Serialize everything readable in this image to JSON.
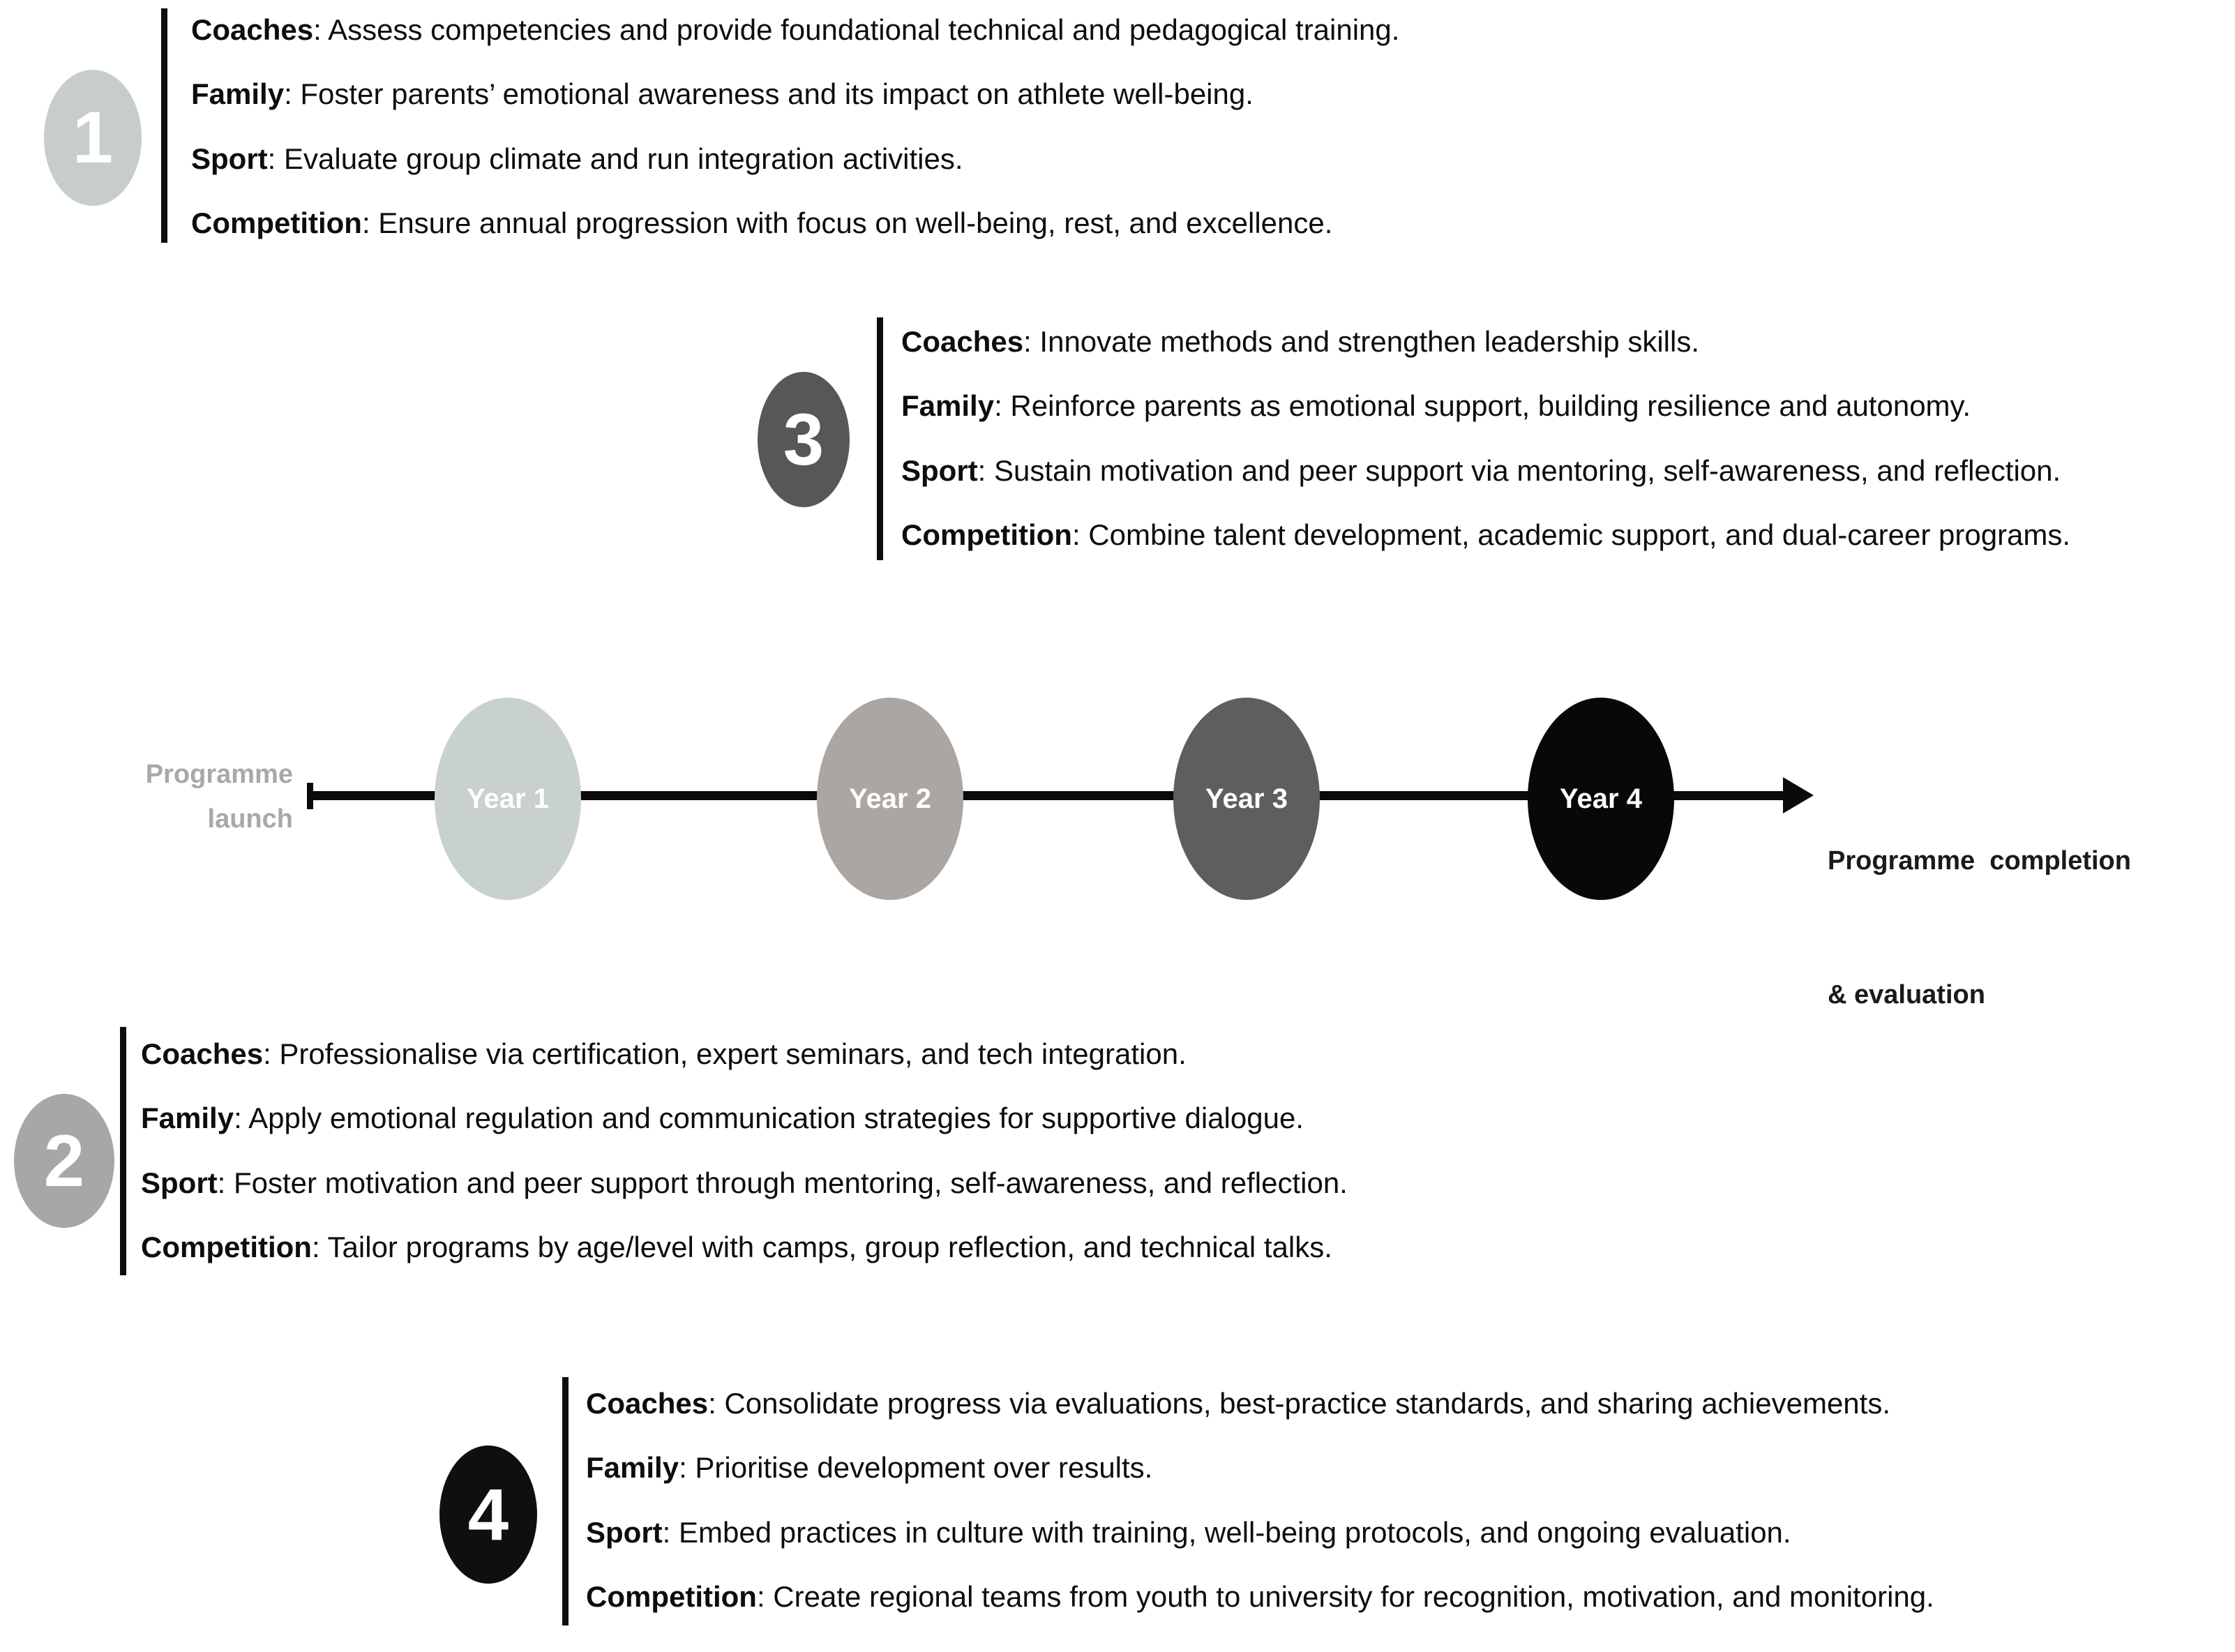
{
  "phases": [
    {
      "number": "1",
      "circle_color": "#c6cdcc",
      "items": [
        {
          "label": "Coaches",
          "desc": ": Assess competencies and provide foundational technical and pedagogical training."
        },
        {
          "label": "Family",
          "desc": ": Foster parents’ emotional awareness and its impact on athlete well-being."
        },
        {
          "label": "Sport",
          "desc": ": Evaluate group climate and run integration activities."
        },
        {
          "label": "Competition",
          "desc": ": Ensure annual progression with focus on well-being, rest, and excellence."
        }
      ]
    },
    {
      "number": "2",
      "circle_color": "#a7a7a7",
      "items": [
        {
          "label": "Coaches",
          "desc": ": Professionalise via certification, expert seminars, and tech integration."
        },
        {
          "label": "Family",
          "desc": ": Apply emotional regulation and communication strategies for supportive dialogue."
        },
        {
          "label": "Sport",
          "desc": ": Foster motivation and peer support through mentoring, self-awareness, and reflection."
        },
        {
          "label": "Competition",
          "desc": ": Tailor programs by age/level with camps, group reflection, and technical talks."
        }
      ]
    },
    {
      "number": "3",
      "circle_color": "#575757",
      "items": [
        {
          "label": "Coaches",
          "desc": ": Innovate methods and strengthen leadership skills."
        },
        {
          "label": "Family",
          "desc": ": Reinforce parents as emotional support, building resilience and autonomy."
        },
        {
          "label": "Sport",
          "desc": ": Sustain motivation and peer support via mentoring, self-awareness, and reflection."
        },
        {
          "label": "Competition",
          "desc": ": Combine talent development, academic support, and dual-career programs."
        }
      ]
    },
    {
      "number": "4",
      "circle_color": "#0f0f0f",
      "items": [
        {
          "label": "Coaches",
          "desc": ": Consolidate progress via evaluations, best-practice standards, and sharing achievements."
        },
        {
          "label": "Family",
          "desc": ": Prioritise development over results."
        },
        {
          "label": "Sport",
          "desc": ": Embed practices in culture with training, well-being protocols, and ongoing evaluation."
        },
        {
          "label": "Competition",
          "desc": ": Create regional teams from youth to university for recognition, motivation, and monitoring."
        }
      ]
    }
  ],
  "timeline": {
    "line_color": "#0a0a0a",
    "start_label": {
      "line1": "Programme",
      "line2": "launch",
      "color": "#a8a8a8"
    },
    "end_label": {
      "line1": "Programme  completion",
      "line2": "& evaluation",
      "color": "#1a1a1a"
    },
    "years": [
      {
        "label": "Year 1",
        "color": "#c9d0d0"
      },
      {
        "label": "Year 2",
        "color": "#aba6a1"
      },
      {
        "label": "Year 3",
        "color": "#5e5e5e"
      },
      {
        "label": "Year 4",
        "color": "#080808"
      }
    ]
  }
}
